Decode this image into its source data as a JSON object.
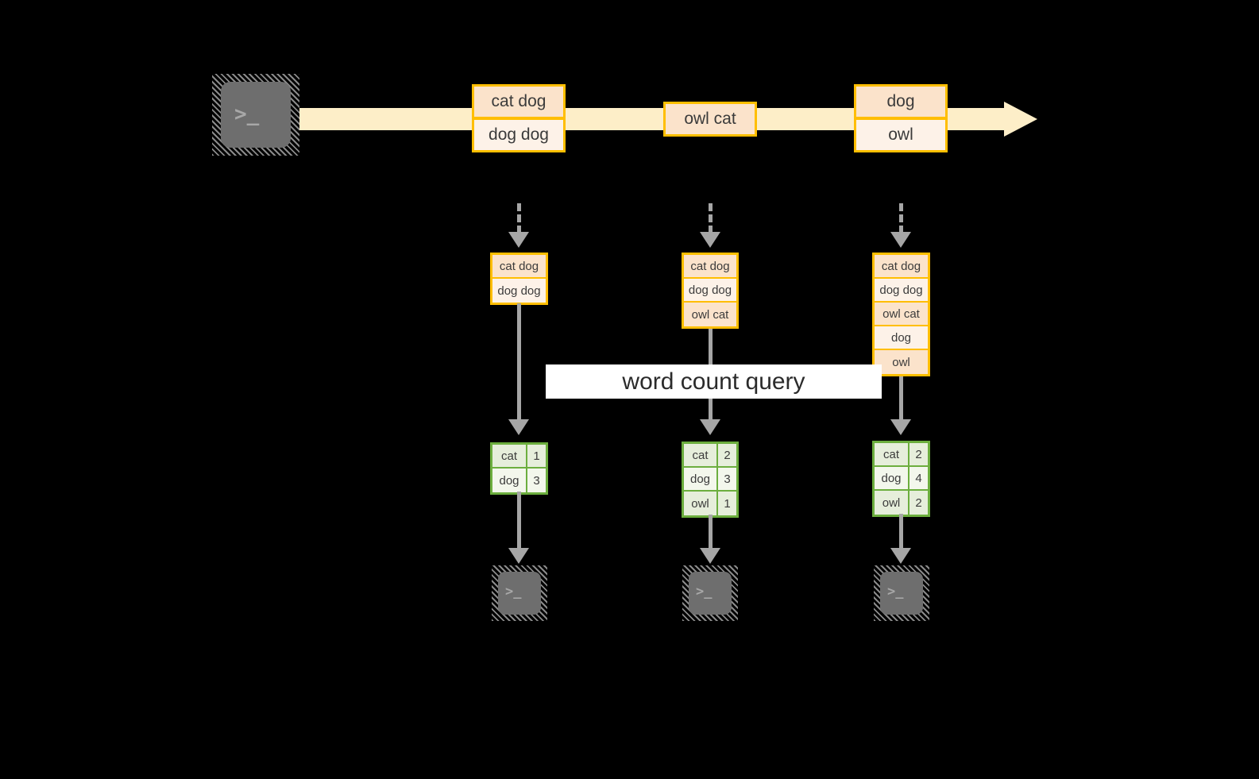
{
  "diagram": {
    "title": "word count query",
    "colors": {
      "background": "#000000",
      "event_border": "#ffbe00",
      "event_fill_dark": "#fbe3cb",
      "event_fill_light": "#fdf2e8",
      "timeline_band": "#fdeec8",
      "result_border": "#6cae3e",
      "result_fill_dark": "#e6eedb",
      "result_fill_light": "#f3f7ec",
      "arrow": "#a6a6a6",
      "terminal_body": "#6e6e6e",
      "label_band": "#ffffff"
    }
  },
  "source": {
    "icon": "terminal-icon",
    "prompt": ">_"
  },
  "timeline": {
    "events": [
      {
        "id": "event-1",
        "lines": [
          {
            "text": "cat dog",
            "shade": "dark"
          },
          {
            "text": "dog dog",
            "shade": "light"
          }
        ]
      },
      {
        "id": "event-2",
        "lines": [
          {
            "text": "owl cat",
            "shade": "dark"
          }
        ]
      },
      {
        "id": "event-3",
        "lines": [
          {
            "text": "dog",
            "shade": "dark"
          },
          {
            "text": "owl",
            "shade": "light"
          }
        ]
      }
    ]
  },
  "snapshots": [
    {
      "id": "snapshot-1",
      "input_rows": [
        {
          "text": "cat dog",
          "shade": "dark"
        },
        {
          "text": "dog dog",
          "shade": "light"
        }
      ],
      "result_rows": [
        {
          "word": "cat",
          "count": "1",
          "shade": "dark"
        },
        {
          "word": "dog",
          "count": "3",
          "shade": "light"
        }
      ],
      "sink": {
        "icon": "terminal-icon",
        "prompt": ">_"
      }
    },
    {
      "id": "snapshot-2",
      "input_rows": [
        {
          "text": "cat dog",
          "shade": "dark"
        },
        {
          "text": "dog dog",
          "shade": "light"
        },
        {
          "text": "owl cat",
          "shade": "dark"
        }
      ],
      "result_rows": [
        {
          "word": "cat",
          "count": "2",
          "shade": "dark"
        },
        {
          "word": "dog",
          "count": "3",
          "shade": "light"
        },
        {
          "word": "owl",
          "count": "1",
          "shade": "dark"
        }
      ],
      "sink": {
        "icon": "terminal-icon",
        "prompt": ">_"
      }
    },
    {
      "id": "snapshot-3",
      "input_rows": [
        {
          "text": "cat dog",
          "shade": "dark"
        },
        {
          "text": "dog dog",
          "shade": "light"
        },
        {
          "text": "owl cat",
          "shade": "dark"
        },
        {
          "text": "dog",
          "shade": "light"
        },
        {
          "text": "owl",
          "shade": "dark"
        }
      ],
      "result_rows": [
        {
          "word": "cat",
          "count": "2",
          "shade": "dark"
        },
        {
          "word": "dog",
          "count": "4",
          "shade": "light"
        },
        {
          "word": "owl",
          "count": "2",
          "shade": "dark"
        }
      ],
      "sink": {
        "icon": "terminal-icon",
        "prompt": ">_"
      }
    }
  ]
}
